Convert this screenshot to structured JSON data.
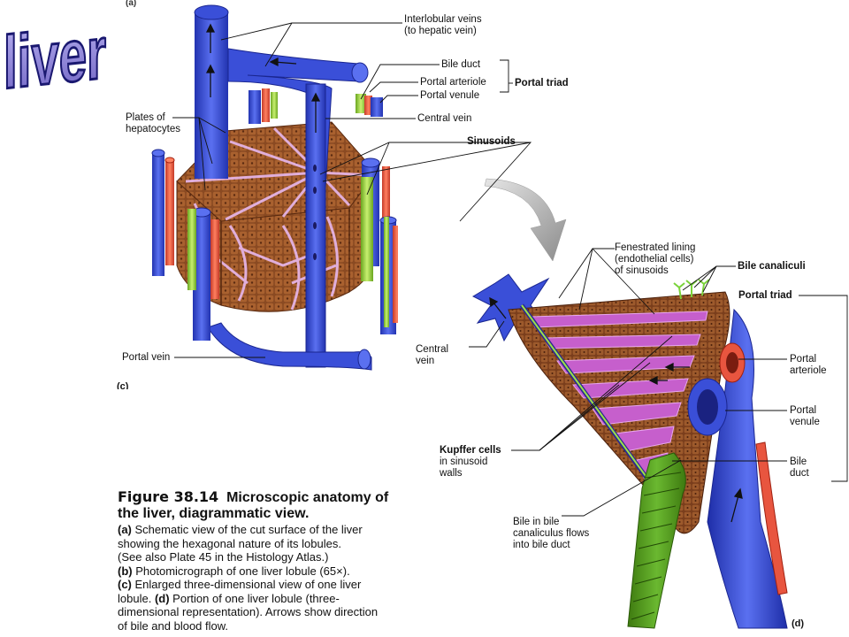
{
  "title_word": "liver",
  "panel_c": {
    "top_letter": "(a)",
    "letter": "(c)",
    "labels": {
      "interlobular_veins_1": "Interlobular veins",
      "interlobular_veins_2": "(to hepatic vein)",
      "bile_duct": "Bile duct",
      "portal_arteriole": "Portal arteriole",
      "portal_venule": "Portal venule",
      "portal_triad": "Portal triad",
      "central_vein": "Central vein",
      "plates_1": "Plates of",
      "plates_2": "hepatocytes",
      "sinusoids": "Sinusoids",
      "portal_vein": "Portal vein"
    }
  },
  "panel_d": {
    "letter": "(d)",
    "labels": {
      "fenestrated_1": "Fenestrated lining",
      "fenestrated_2": "(endothelial cells)",
      "fenestrated_3": "of sinusoids",
      "bile_canaliculi": "Bile canaliculi",
      "portal_triad": "Portal triad",
      "central_vein_1": "Central",
      "central_vein_2": "vein",
      "portal_arteriole_1": "Portal",
      "portal_arteriole_2": "arteriole",
      "portal_venule_1": "Portal",
      "portal_venule_2": "venule",
      "kupffer_1": "Kupffer cells",
      "kupffer_2": "in sinusoid",
      "kupffer_3": "walls",
      "bile_duct_1": "Bile",
      "bile_duct_2": "duct",
      "bile_flow_1": "Bile in bile",
      "bile_flow_2": "canaliculus flows",
      "bile_flow_3": "into bile duct"
    }
  },
  "caption": {
    "figure_label": "Figure 38.14",
    "figure_title_1": "Microscopic anatomy of",
    "figure_title_2": "the liver, diagrammatic view.",
    "a_letter": "(a)",
    "a_text_1": "Schematic view of the cut surface of the liver",
    "a_text_2": "showing the hexagonal nature of its lobules.",
    "a_text_3": "(See also Plate 45 in the Histology Atlas.)",
    "b_letter": "(b)",
    "b_text": "Photomicrograph of one liver lobule (65×).",
    "c_letter": "(c)",
    "c_text_1": "Enlarged three-dimensional view of one liver",
    "c_text_2": "lobule.",
    "d_letter": "(d)",
    "d_text_1": "Portion of one liver lobule (three-",
    "d_text_2": "dimensional representation). Arrows show direction",
    "d_text_3": "of bile and blood flow."
  },
  "colors": {
    "vein_blue": "#3a4fd8",
    "artery_red": "#e8553f",
    "bile_green": "#8fd13a",
    "hepatocyte_brown": "#8a4a22",
    "sinusoid_pink": "#c46ac8",
    "title_purple": "#8f86d6"
  }
}
